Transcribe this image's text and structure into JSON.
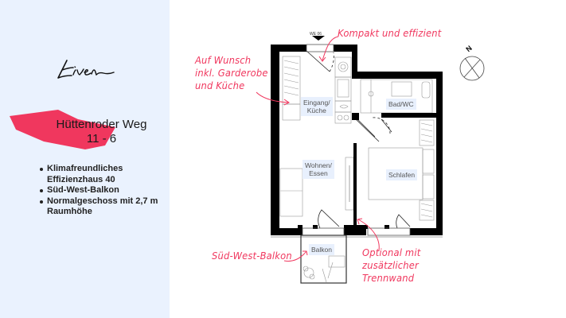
{
  "brand": {
    "logo_text": "Liven",
    "colors": {
      "panel_bg": "#eaf2fe",
      "accent_blob": "#f0375e",
      "annotation": "#f0375e",
      "room_label_bg": "#e8f0fd",
      "wall": "#000000"
    }
  },
  "listing": {
    "title_line1": "Hüttenroder Weg",
    "title_line2": "11 - 6",
    "features": [
      "Klimafreundliches Effizienzhaus 40",
      "Süd-West-Balkon",
      "Normalgeschoss mit 2,7 m Raumhöhe"
    ]
  },
  "floorplan": {
    "unit_tag": "WE 06",
    "rooms": [
      {
        "id": "eingang",
        "label_line1": "Eingang/",
        "label_line2": "Küche"
      },
      {
        "id": "bad",
        "label_line1": "Bad/WC",
        "label_line2": ""
      },
      {
        "id": "wohnen",
        "label_line1": "Wohnen/",
        "label_line2": "Essen"
      },
      {
        "id": "schlafen",
        "label_line1": "Schlafen",
        "label_line2": ""
      },
      {
        "id": "balkon",
        "label_line1": "Balkon",
        "label_line2": ""
      }
    ],
    "compass_label": "N"
  },
  "annotations": {
    "kompakt": "Kompakt und effizient",
    "wunsch_line1": "Auf Wunsch",
    "wunsch_line2": "inkl. Garderobe",
    "wunsch_line3": "und Küche",
    "balkon": "Süd-West-Balkon",
    "optional_line1": "Optional mit",
    "optional_line2": "zusätzlicher",
    "optional_line3": "Trennwand"
  }
}
